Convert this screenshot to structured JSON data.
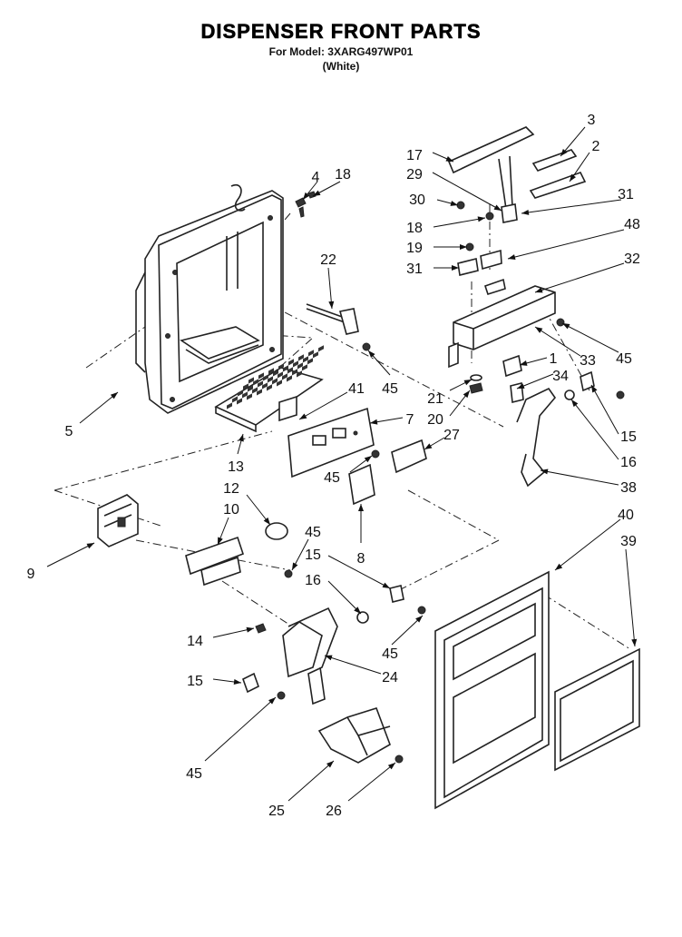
{
  "header": {
    "title": "DISPENSER FRONT PARTS",
    "model_line": "For Model: 3XARG497WP01",
    "color_line": "(White)"
  },
  "callouts": [
    {
      "id": "c3",
      "text": "3"
    },
    {
      "id": "c2",
      "text": "2"
    },
    {
      "id": "c17",
      "text": "17"
    },
    {
      "id": "c29",
      "text": "29"
    },
    {
      "id": "c4",
      "text": "4"
    },
    {
      "id": "c18a",
      "text": "18"
    },
    {
      "id": "c30",
      "text": "30"
    },
    {
      "id": "c31a",
      "text": "31"
    },
    {
      "id": "c18b",
      "text": "18"
    },
    {
      "id": "c48",
      "text": "48"
    },
    {
      "id": "c19",
      "text": "19"
    },
    {
      "id": "c22",
      "text": "22"
    },
    {
      "id": "c31b",
      "text": "31"
    },
    {
      "id": "c32",
      "text": "32"
    },
    {
      "id": "c45a",
      "text": "45"
    },
    {
      "id": "c1",
      "text": "1"
    },
    {
      "id": "c33",
      "text": "33"
    },
    {
      "id": "c45b",
      "text": "45"
    },
    {
      "id": "c34",
      "text": "34"
    },
    {
      "id": "c5",
      "text": "5"
    },
    {
      "id": "c41",
      "text": "41"
    },
    {
      "id": "c21",
      "text": "21"
    },
    {
      "id": "c20",
      "text": "20"
    },
    {
      "id": "c7",
      "text": "7"
    },
    {
      "id": "c15a",
      "text": "15"
    },
    {
      "id": "c27",
      "text": "27"
    },
    {
      "id": "c16a",
      "text": "16"
    },
    {
      "id": "c13",
      "text": "13"
    },
    {
      "id": "c45c",
      "text": "45"
    },
    {
      "id": "c38",
      "text": "38"
    },
    {
      "id": "c12",
      "text": "12"
    },
    {
      "id": "c10",
      "text": "10"
    },
    {
      "id": "c40",
      "text": "40"
    },
    {
      "id": "c39",
      "text": "39"
    },
    {
      "id": "c45d",
      "text": "45"
    },
    {
      "id": "c15b",
      "text": "15"
    },
    {
      "id": "c8",
      "text": "8"
    },
    {
      "id": "c9",
      "text": "9"
    },
    {
      "id": "c16b",
      "text": "16"
    },
    {
      "id": "c14",
      "text": "14"
    },
    {
      "id": "c45e",
      "text": "45"
    },
    {
      "id": "c24",
      "text": "24"
    },
    {
      "id": "c15c",
      "text": "15"
    },
    {
      "id": "c45f",
      "text": "45"
    },
    {
      "id": "c25",
      "text": "25"
    },
    {
      "id": "c26",
      "text": "26"
    }
  ]
}
